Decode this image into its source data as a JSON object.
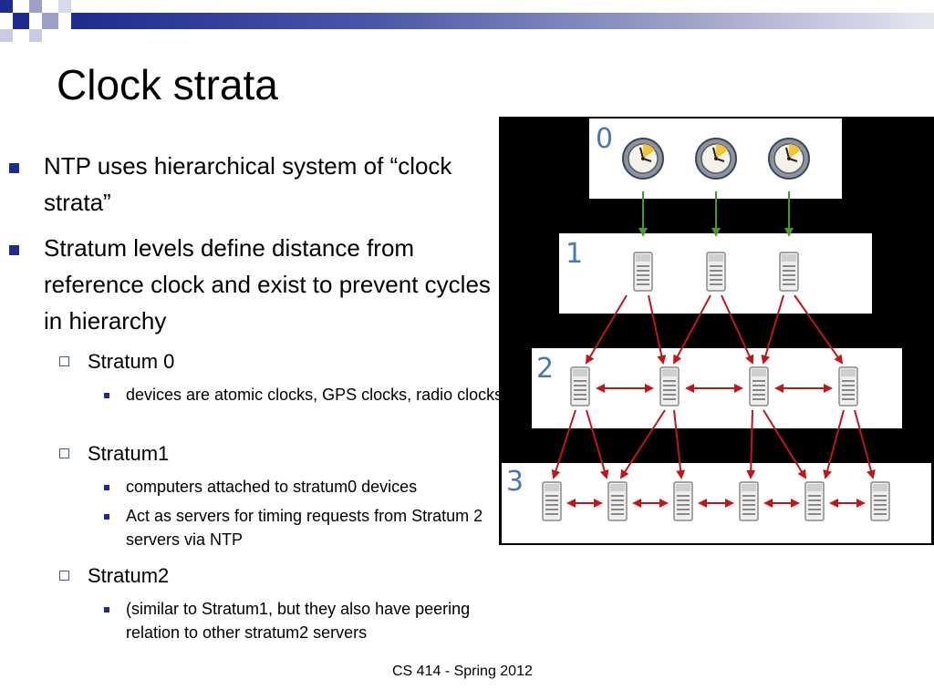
{
  "title": "Clock strata",
  "bullets": [
    {
      "text": "NTP uses hierarchical system of “clock strata”"
    },
    {
      "text": "Stratum levels define distance from reference clock and exist to prevent cycles in hierarchy"
    }
  ],
  "sub_items": [
    {
      "label": "Stratum 0",
      "points": [
        " devices are atomic clocks, GPS clocks, radio clocks"
      ]
    },
    {
      "label": "Stratum1",
      "points": [
        "computers attached to stratum0 devices",
        "Act as servers for timing requests from Stratum 2 servers via NTP"
      ]
    },
    {
      "label": "Stratum2",
      "points": [
        "(similar to Stratum1, but they also have peering relation to other stratum2 servers"
      ]
    }
  ],
  "footer": "CS 414 - Spring 2012",
  "diagram": {
    "levels": [
      "0",
      "1",
      "2",
      "3"
    ],
    "clock_count": 3,
    "level1_servers": 3,
    "level2_servers": 4,
    "level3_servers": 6,
    "icons": [
      "clock-icon",
      "server-icon"
    ],
    "colors": {
      "background": "#000000",
      "panel": "#ffffff",
      "green_arrow": "#4a9a1f",
      "red_arrow": "#c0161b",
      "level_number": "#4a78b0"
    }
  }
}
